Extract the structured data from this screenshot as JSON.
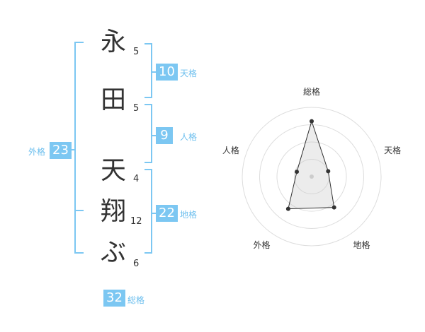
{
  "name": {
    "chars": [
      {
        "char": "永",
        "strokes": "5"
      },
      {
        "char": "田",
        "strokes": "5"
      },
      {
        "char": "天",
        "strokes": "4"
      },
      {
        "char": "翔",
        "strokes": "12"
      },
      {
        "char": "ぶ",
        "strokes": "6"
      }
    ]
  },
  "kaku": {
    "tenkaku": {
      "value": "10",
      "label": "天格"
    },
    "jinkaku": {
      "value": "9",
      "label": "人格"
    },
    "chikaku": {
      "value": "22",
      "label": "地格"
    },
    "gaikaku": {
      "value": "23",
      "label": "外格"
    },
    "soukaku": {
      "value": "32",
      "label": "総格"
    }
  },
  "colors": {
    "accent": "#7cc7f2",
    "accent_text": "#6dbfee",
    "text": "#333333"
  },
  "chart_data": {
    "type": "radar",
    "axes": [
      "総格",
      "天格",
      "地格",
      "外格",
      "人格"
    ],
    "values": [
      32,
      10,
      22,
      23,
      9
    ],
    "rings": 4
  }
}
